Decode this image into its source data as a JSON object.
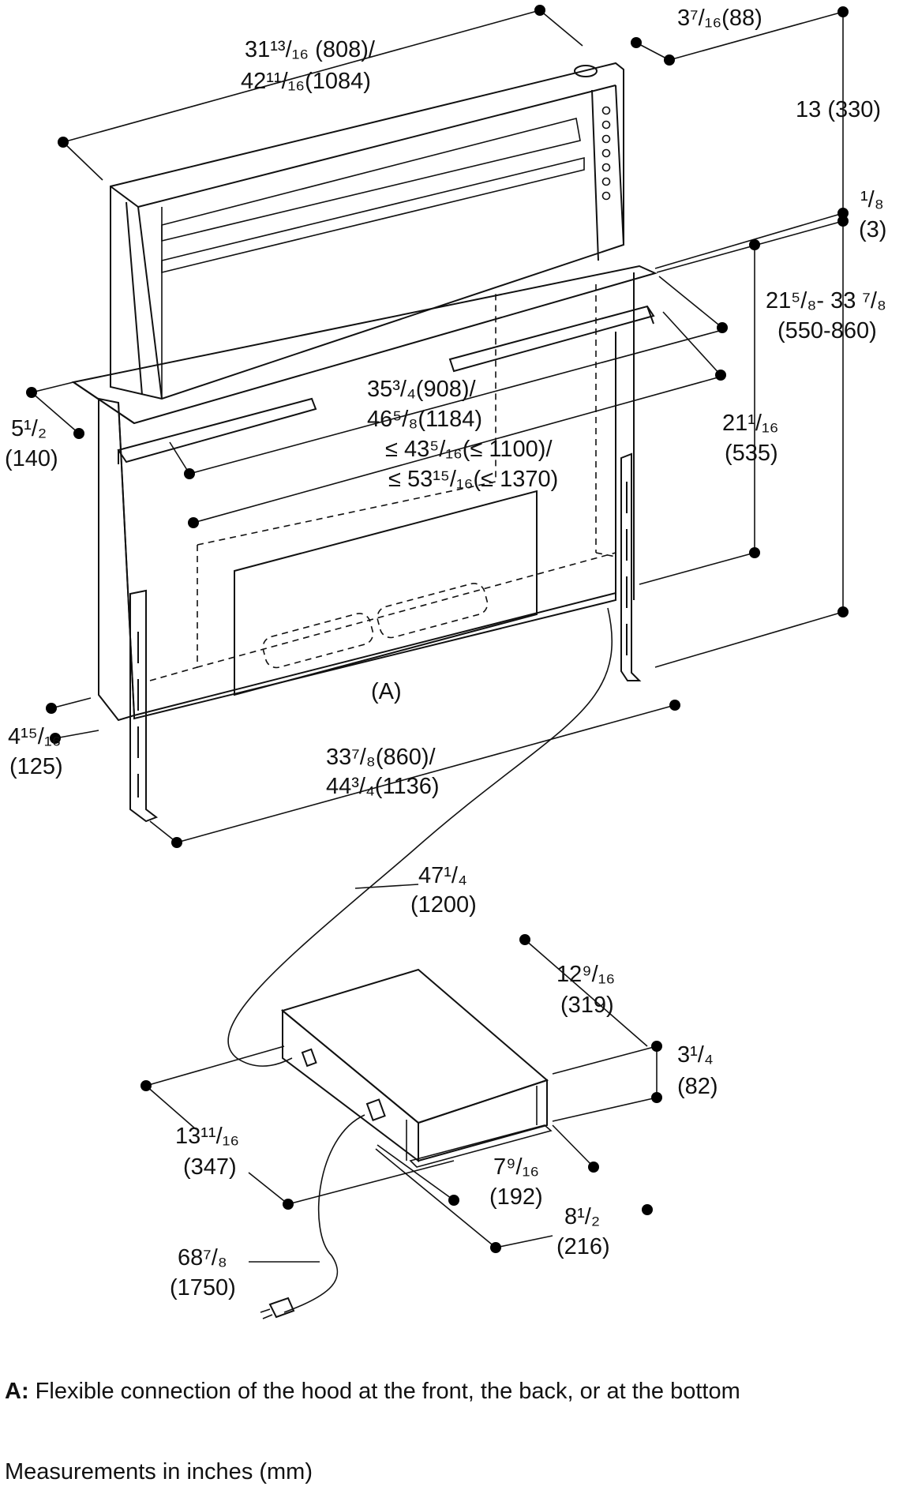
{
  "dims": {
    "hood_width_1": "31¹³/₁₆ (808)/",
    "hood_width_2": "42¹¹/₁₆(1084)",
    "hood_depth": "3⁷/₁₆(88)",
    "hood_height": "13 (330)",
    "lip_1": "¹/₈",
    "lip_2": "(3)",
    "install_depth_1": "21⁵/₈- 33 ⁷/₈",
    "install_depth_2": "(550-860)",
    "side_1": "5¹/₂",
    "side_2": "(140)",
    "rail_1": "35³/₄(908)/",
    "rail_2": "46⁵/₈(1184)",
    "cutout_1": "≤ 43⁵/₁₆(≤ 1100)/",
    "cutout_2": "≤ 53¹⁵/₁₆(≤ 1370)",
    "box_height_1": "21¹/₁₆",
    "box_height_2": "(535)",
    "label_a": "(A)",
    "front_depth_1": "4¹⁵/₁₆",
    "front_depth_2": "(125)",
    "bottom_width_1": "33⁷/₈(860)/",
    "bottom_width_2": "44³/₄(1136)",
    "cable_1": "47¹/₄",
    "cable_2": "(1200)",
    "motor_depth_1": "12⁹/₁₆",
    "motor_depth_2": "(319)",
    "motor_height_1": "3¹/₄",
    "motor_height_2": "(82)",
    "motor_length_1": "13¹¹/₁₆",
    "motor_length_2": "(347)",
    "motor_feet_1": "7⁹/₁₆",
    "motor_feet_2": "(192)",
    "motor_total_1": "8¹/₂",
    "motor_total_2": "(216)",
    "power_cable_1": "68⁷/₈",
    "power_cable_2": "(1750)"
  },
  "notes": {
    "a_key": "A:",
    "a_text": " Flexible connection of the hood at the front, the back, or at the bottom",
    "units": "Measurements in inches (mm)"
  }
}
